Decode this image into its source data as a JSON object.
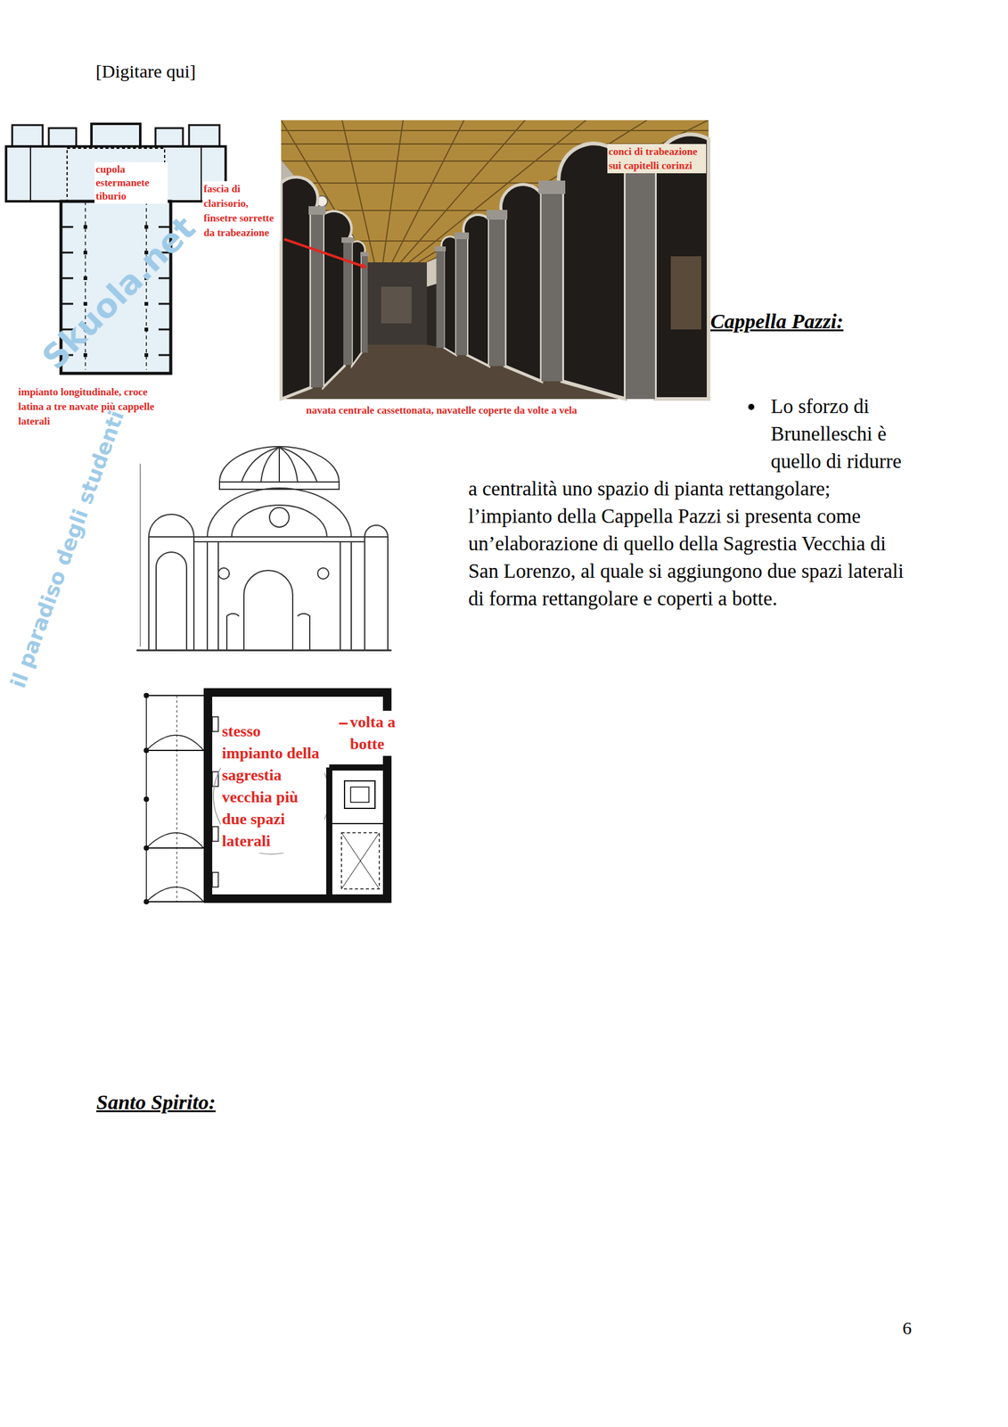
{
  "diagram": {
    "labels": [
      "[Digitare qui]",
      "cupola estermanete tiburio",
      "fascia di clarisorio, finsetre sorrette da trabeazione",
      "conci di trabeazione sui capitelli corinzi",
      "impianto longitudinale, croce latina a tre navate più cappelle laterali",
      "navata centrale cassettonata, navatelle coperte da volte a vela",
      "Cappella Pazzi:",
      "Lo sforzo di Brunelleschi è quello di ridurre a centralità uno spazio di pianta rettangolare; l’impianto della Cappella Pazzi si presenta come un’elaborazione di quello della Sagrestia Vecchia di San Lorenzo, al quale si aggiungono due spazi laterali di forma rettangolare e coperti a botte.",
      "stesso impianto della sagrestia vecchia più due spazi laterali",
      "volta a botte",
      "Santo Spirito:",
      "6",
      "Skuola.net",
      "il paradiso degli studenti"
    ]
  }
}
